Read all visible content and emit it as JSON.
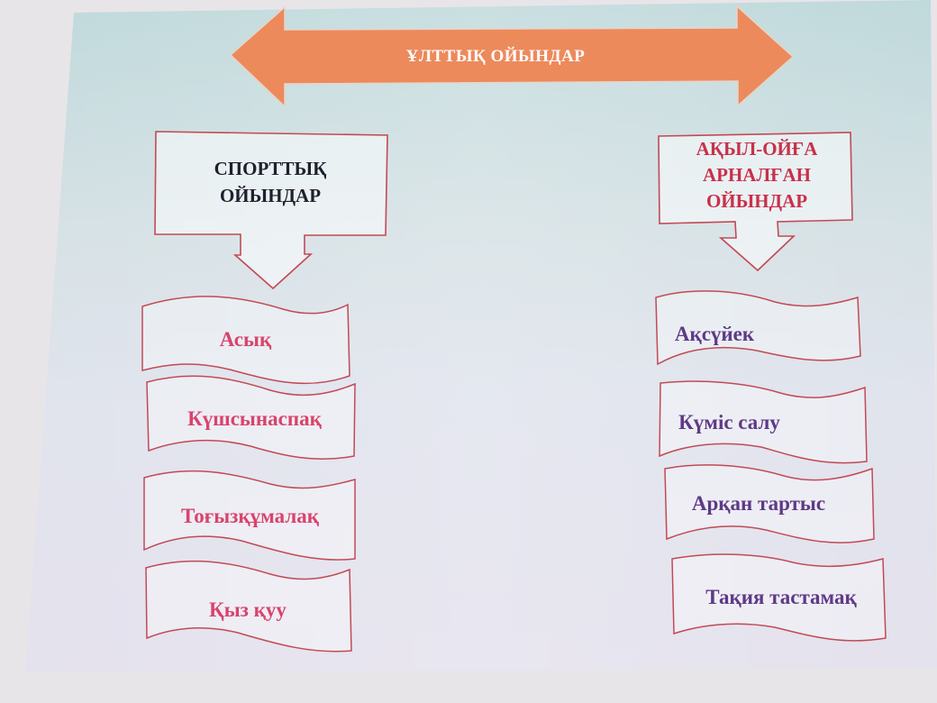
{
  "title": "ҰЛТТЫҚ ОЙЫНДАР",
  "left_category": {
    "label_line1": "СПОРТТЫҚ",
    "label_line2": "ОЙЫНДАР"
  },
  "right_category": {
    "label_line1": "АҚЫЛ-ОЙҒА",
    "label_line2": "АРНАЛҒАН",
    "label_line3": "ОЙЫНДАР"
  },
  "left_items": [
    "Асық",
    "Күшсынаспақ",
    "Тоғызқұмалақ",
    "Қыз қуу"
  ],
  "right_items": [
    "Ақсүйек",
    "Күміс салу",
    "Арқан тартыс",
    "Тақия тастамақ"
  ],
  "colors": {
    "arrow_fill": "#ec8a5c",
    "border": "#c24a55",
    "left_item_text": "#d9436c",
    "right_item_text": "#5e3a86",
    "left_category_text": "#1f1f2e",
    "right_category_text": "#c8304a"
  }
}
